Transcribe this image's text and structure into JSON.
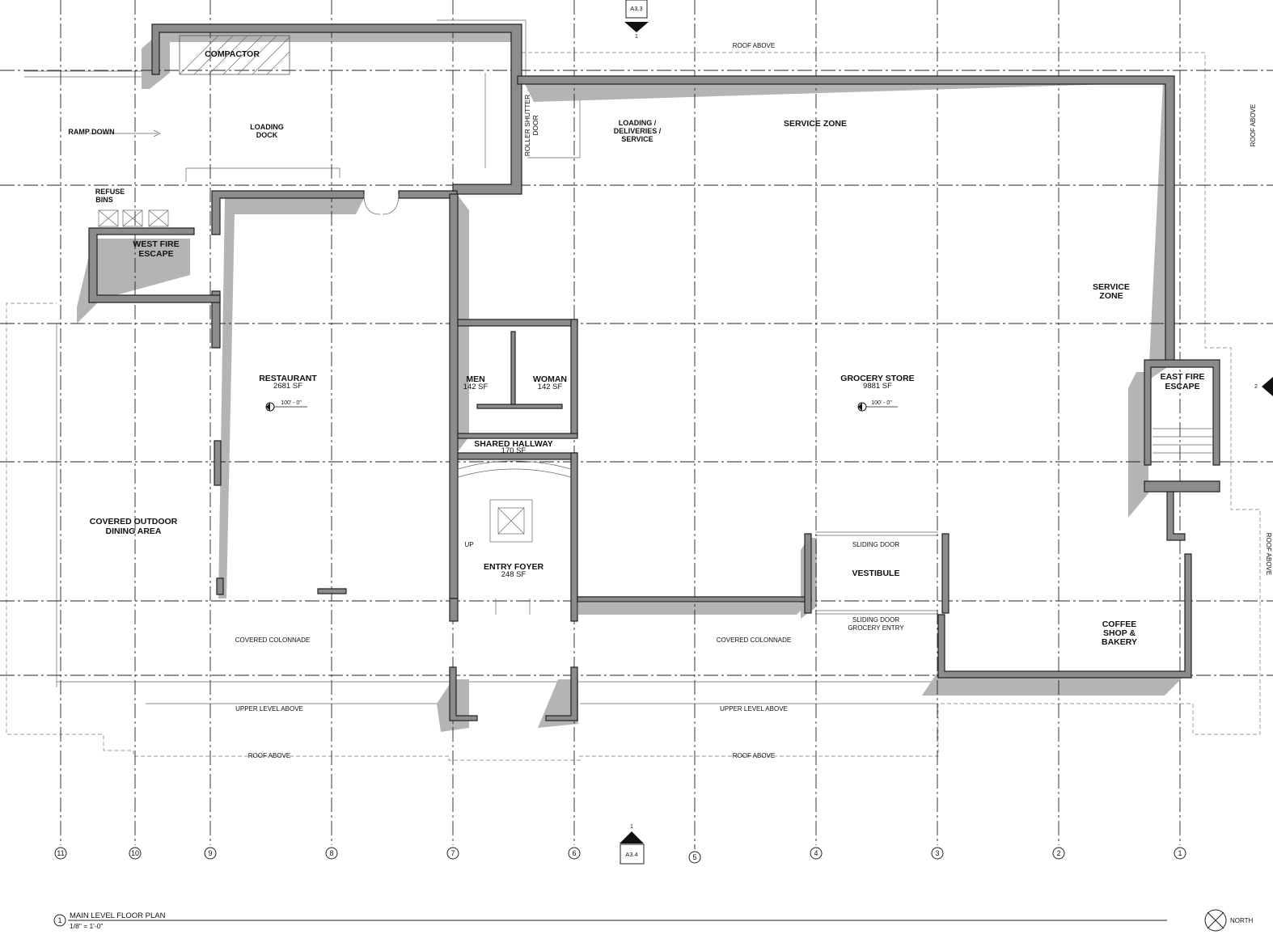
{
  "rooms": {
    "compactor": "COMPACTOR",
    "ramp_down": "RAMP DOWN",
    "loading_dock": [
      "LOADING",
      "DOCK"
    ],
    "refuse_bins": [
      "REFUSE",
      "BINS"
    ],
    "west_fire_escape": [
      "WEST FIRE",
      "ESCAPE"
    ],
    "roller_shutter": [
      "ROLLER SHUTTER",
      "DOOR"
    ],
    "loading_deliveries": [
      "LOADING /",
      "DELIVERIES /",
      "SERVICE"
    ],
    "service_zone_top": "SERVICE ZONE",
    "service_zone_right": [
      "SERVICE",
      "ZONE"
    ],
    "restaurant": {
      "name": "RESTAURANT",
      "area": "2681 SF"
    },
    "men": {
      "name": "MEN",
      "area": "142 SF"
    },
    "woman": {
      "name": "WOMAN",
      "area": "142 SF"
    },
    "shared_hallway": {
      "name": "SHARED HALLWAY",
      "area": "170 SF"
    },
    "entry_foyer": {
      "name": "ENTRY FOYER",
      "area": "248 SF"
    },
    "grocery_store": {
      "name": "GROCERY STORE",
      "area": "9881 SF"
    },
    "east_fire_escape": [
      "EAST FIRE",
      "ESCAPE"
    ],
    "covered_outdoor_dining": [
      "COVERED OUTDOOR",
      "DINING AREA"
    ],
    "vestibule": "VESTIBULE",
    "sliding_door": "SLIDING DOOR",
    "sliding_door_grocery": [
      "SLIDING DOOR",
      "GROCERY ENTRY"
    ],
    "coffee_shop": [
      "COFFEE",
      "SHOP &",
      "BAKERY"
    ],
    "up": "UP"
  },
  "notes": {
    "roof_above": "ROOF ABOVE",
    "covered_colonnade": "COVERED COLONNADE",
    "upper_level_above": "UPPER LEVEL ABOVE",
    "elevation": "100' - 0\""
  },
  "grid_labels": [
    "11",
    "10",
    "9",
    "8",
    "7",
    "6",
    "5",
    "4",
    "3",
    "2",
    "1"
  ],
  "section_tags": {
    "top": {
      "sheet": "A3.3",
      "number": "1"
    },
    "bottom": {
      "sheet": "A3.4",
      "number": "1"
    },
    "right": {
      "number": "2"
    }
  },
  "title_block": {
    "number": "1",
    "title": "MAIN LEVEL FLOOR PLAN",
    "scale": "1/8\" = 1'-0\""
  },
  "north_label": "NORTH"
}
